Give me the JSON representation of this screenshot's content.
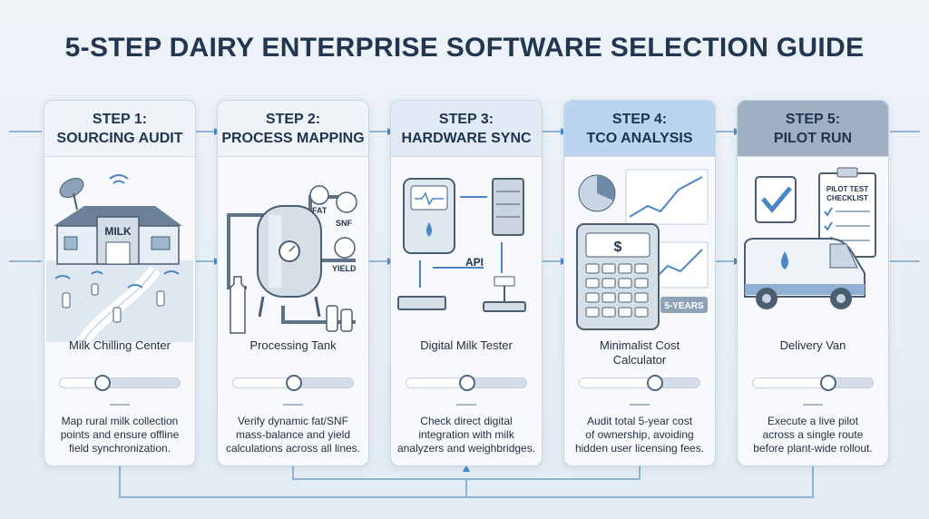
{
  "title": "5-STEP DAIRY ENTERPRISE SOFTWARE SELECTION GUIDE",
  "colors": {
    "title": "#22364f",
    "accent_blue": "#4a86c5",
    "step4_header": "#b9d4ec",
    "step5_header": "#9fb0c3"
  },
  "steps": [
    {
      "number": "STEP 1:",
      "name": "SOURCING AUDIT",
      "illustration_label": "Milk Chilling Center",
      "illustration_text": "MILK",
      "slider_value": 0.35,
      "description": [
        "Map rural milk collection",
        "points and ensure offline",
        "field synchronization."
      ]
    },
    {
      "number": "STEP 2:",
      "name": "PROCESS MAPPING",
      "illustration_label": "Processing Tank",
      "gauge_labels": [
        "FAT",
        "SNF",
        "YIELD"
      ],
      "slider_value": 0.5,
      "description": [
        "Verify dynamic fat/SNF",
        "mass-balance and yield",
        "calculations across all lines."
      ]
    },
    {
      "number": "STEP 3:",
      "name": "HARDWARE SYNC",
      "illustration_label": "Digital Milk Tester",
      "illustration_text": "API",
      "slider_value": 0.5,
      "description": [
        "Check direct digital",
        "integration with milk",
        "analyzers and weighbridges."
      ]
    },
    {
      "number": "STEP 4:",
      "name": "TCO ANALYSIS",
      "illustration_label": [
        "Minimalist Cost",
        "Calculator"
      ],
      "calculator_symbol": "$",
      "badge": "5-YEARS",
      "slider_value": 0.62,
      "description": [
        "Audit total 5-year cost",
        "of ownership, avoiding",
        "hidden user licensing fees."
      ]
    },
    {
      "number": "STEP 5:",
      "name": "PILOT RUN",
      "illustration_label": "Delivery Van",
      "checklist_title": [
        "PILOT TEST",
        "CHECKLIST"
      ],
      "slider_value": 0.62,
      "description": [
        "Execute a live pilot",
        "across a single route",
        "before plant-wide rollout."
      ]
    }
  ]
}
